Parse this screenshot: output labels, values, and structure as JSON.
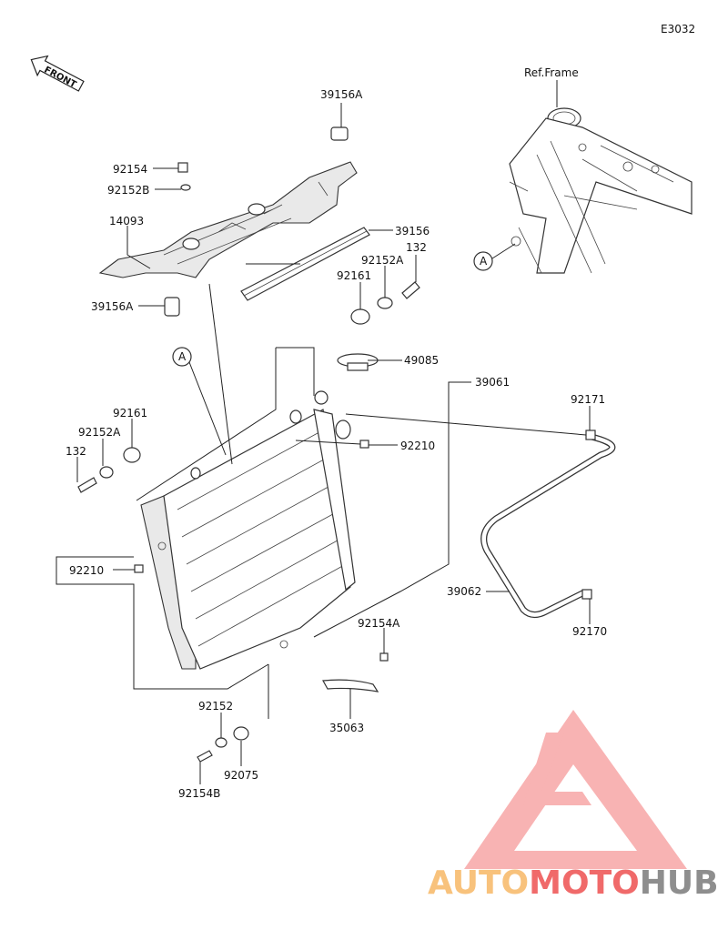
{
  "diagram_code": "E3032",
  "front_label": "FRONT",
  "ref_frame_label": "Ref.Frame",
  "ref_marker": "A",
  "parts": {
    "p39156A_top": "39156A",
    "p92154": "92154",
    "p92152B": "92152B",
    "p14093": "14093",
    "p39156": "39156",
    "p92152A_top": "92152A",
    "p132_top": "132",
    "p92161_top": "92161",
    "p39156A_bot": "39156A",
    "p49085": "49085",
    "p39061": "39061",
    "p92171": "92171",
    "p92161_left": "92161",
    "p92152A_left": "92152A",
    "p132_left": "132",
    "p92210_right": "92210",
    "p92210_left": "92210",
    "p39062": "39062",
    "p92170": "92170",
    "p92154A": "92154A",
    "p92152": "92152",
    "p35063": "35063",
    "p92075": "92075",
    "p92154B": "92154B"
  },
  "watermark": {
    "word1": "AUTO",
    "word2": "MOTO",
    "word3": "HUB",
    "colors": {
      "light": "#f8c27c",
      "red": "#f06a6a",
      "gray": "#8e8e8e",
      "logo": "#f7a6a6"
    }
  }
}
